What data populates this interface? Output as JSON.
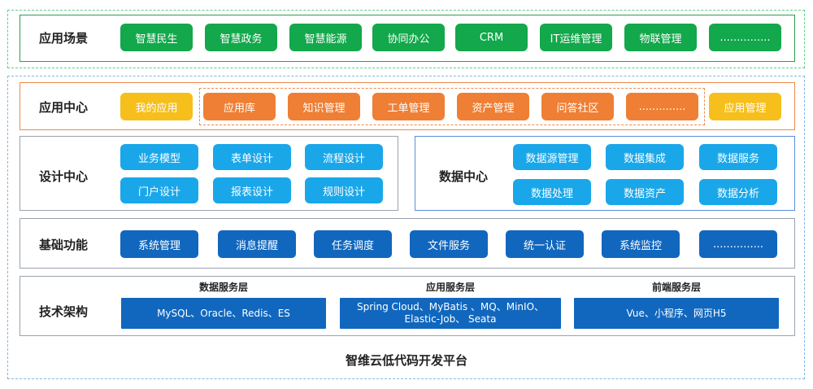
{
  "scenarios": {
    "label": "应用场景",
    "items": [
      "智慧民生",
      "智慧政务",
      "智慧能源",
      "协同办公",
      "CRM",
      "IT运维管理",
      "物联管理",
      "..............."
    ]
  },
  "app_center": {
    "label": "应用中心",
    "my_apps": "我的应用",
    "modules": [
      "应用库",
      "知识管理",
      "工单管理",
      "资产管理",
      "问答社区",
      ".............."
    ],
    "app_admin": "应用管理"
  },
  "design_center": {
    "label": "设计中心",
    "items": [
      "业务模型",
      "表单设计",
      "流程设计",
      "门户设计",
      "报表设计",
      "规则设计"
    ]
  },
  "data_center": {
    "label": "数据中心",
    "items": [
      "数据源管理",
      "数据集成",
      "数据服务",
      "数据处理",
      "数据资产",
      "数据分析"
    ]
  },
  "basic_functions": {
    "label": "基础功能",
    "items": [
      "系统管理",
      "消息提醒",
      "任务调度",
      "文件服务",
      "统一认证",
      "系统监控",
      "..............."
    ]
  },
  "tech_arch": {
    "label": "技术架构",
    "layers": [
      {
        "title": "数据服务层",
        "content": "MySQL、Oracle、Redis、ES"
      },
      {
        "title": "应用服务层",
        "content": "Spring Cloud、MyBatis 、MQ、MinIO、Elastic-Job、 Seata"
      },
      {
        "title": "前端服务层",
        "content": "Vue、小程序、网页H5"
      }
    ]
  },
  "platform_name": "智维云低代码开发平台",
  "colors": {
    "green": "#12a84b",
    "orange": "#ef7f34",
    "yellow": "#f7bf1b",
    "cyan": "#1aa7ea",
    "dark_blue": "#1167be"
  }
}
